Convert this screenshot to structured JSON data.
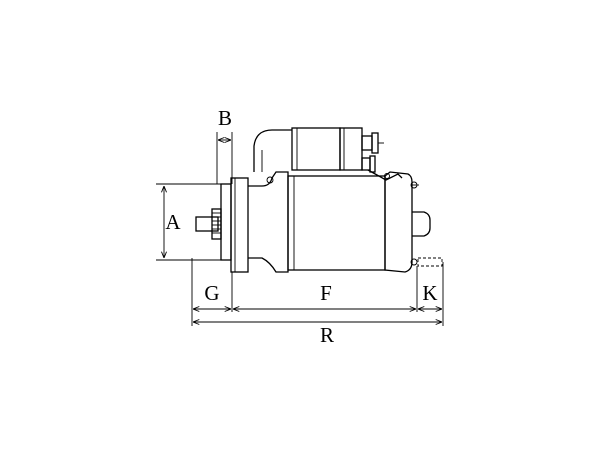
{
  "diagram": {
    "dimension_labels": {
      "a": "A",
      "b": "B",
      "g": "G",
      "f": "F",
      "k": "K",
      "r": "R"
    }
  }
}
